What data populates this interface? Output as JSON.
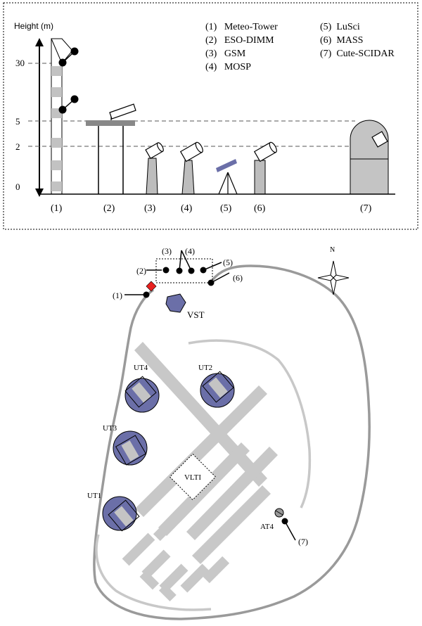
{
  "top_panel": {
    "y_axis_label": "Height (m)",
    "height_ticks": [
      "30",
      "5",
      "2",
      "0"
    ],
    "legend": [
      "(1)   Meteo-Tower",
      "(2)   ESO-DIMM",
      "(3)   GSM",
      "(4)   MOSP",
      "(5)  LuSci",
      "(6)  MASS",
      "(7)  Cute-SCIDAR"
    ],
    "instrument_labels": [
      "(1)",
      "(2)",
      "(3)",
      "(4)",
      "(5)",
      "(6)",
      "(7)"
    ]
  },
  "map_panel": {
    "site_labels": [
      "(1)",
      "(2)",
      "(3)",
      "(4)",
      "(5)",
      "(6)",
      "(7)"
    ],
    "telescope_labels": [
      "VST",
      "UT3",
      "UT4",
      "UT2",
      "UT1",
      "VLTI",
      "AT4"
    ],
    "compass_label": "N"
  },
  "colors": {
    "dome_blue": "#6b6fa8",
    "road_gray": "#c8c8c8",
    "rim_gray": "#9a9a9a",
    "tower_red": "#e8201e",
    "instrument_gray": "#bdbdbd"
  }
}
